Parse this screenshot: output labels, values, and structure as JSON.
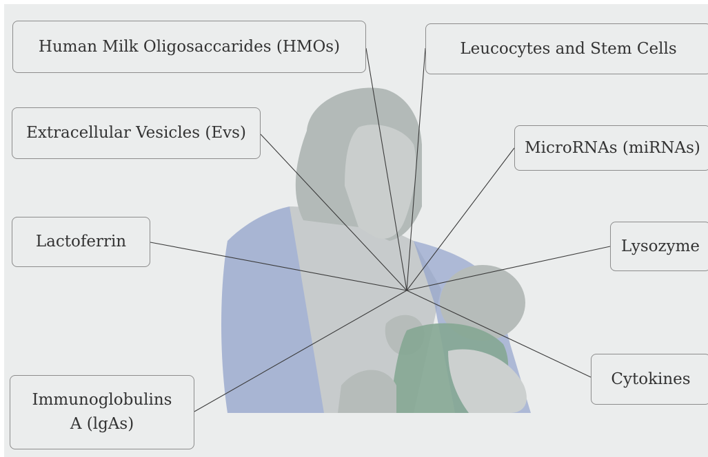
{
  "components": [
    {
      "id": "hmo",
      "text": "Human Milk Oligosaccarides (HMOs)"
    },
    {
      "id": "leucocytes",
      "text": "Leucocytes and Stem Cells"
    },
    {
      "id": "evs",
      "text": "Extracellular Vesicles (Evs)"
    },
    {
      "id": "mirna",
      "text": "MicroRNAs (miRNAs)"
    },
    {
      "id": "lactoferrin",
      "text": "Lactoferrin"
    },
    {
      "id": "lysozyme",
      "text": "Lysozyme"
    },
    {
      "id": "cytokines",
      "text": "Cytokines"
    },
    {
      "id": "iga",
      "line1": "Immunoglobulins",
      "line2": "A (lgAs)"
    }
  ],
  "colors": {
    "background": "#ebeded",
    "mother_skin": "#c9cdcc",
    "mother_hair": "#b1b8b6",
    "robe": "#8e9fca",
    "baby_blanket": "#7fa48f",
    "connector": "#3a3a3a"
  }
}
